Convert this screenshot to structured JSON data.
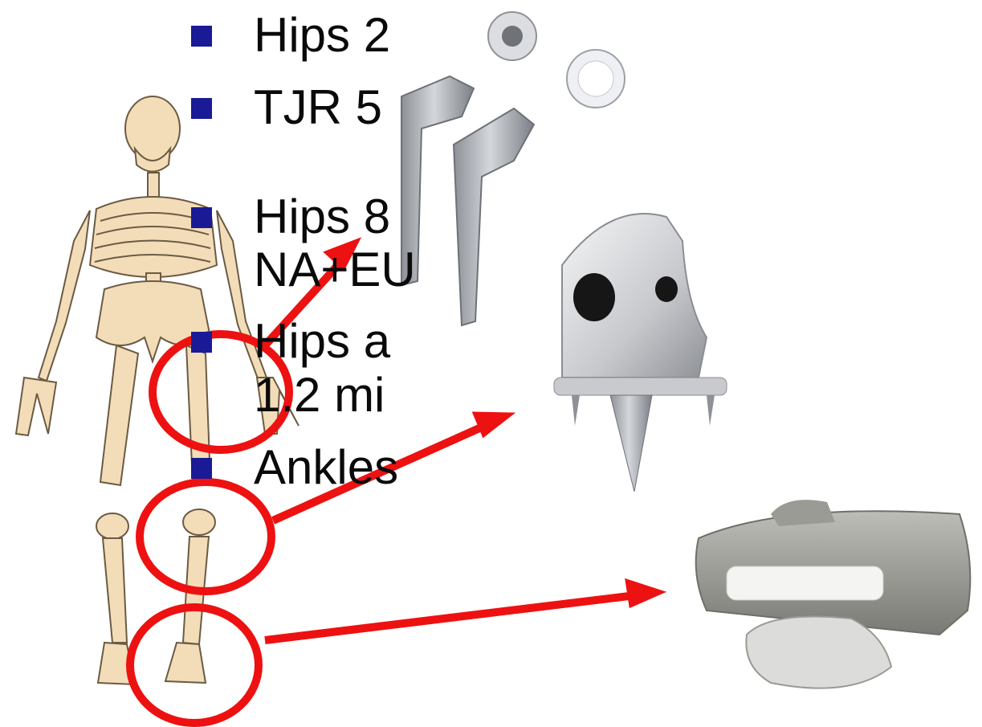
{
  "bullets": [
    {
      "text": "Hips 2"
    },
    {
      "text": "TJR 5"
    },
    {
      "text": "Hips 8",
      "cont": "NA+EU"
    },
    {
      "text": "Hips a",
      "cont": "1.2 mi"
    },
    {
      "text": "Ankles"
    }
  ],
  "colors": {
    "bullet": "#1a1a96",
    "highlight": "#ee1111",
    "bone": "#f3ddb8",
    "bone_stroke": "#6b5a44",
    "metal": "#a9adb3"
  },
  "icons": {
    "skeleton": "skeleton-figure",
    "hip_implant": "hip-implant",
    "knee_implant": "knee-implant",
    "ankle_implant": "ankle-implant"
  }
}
